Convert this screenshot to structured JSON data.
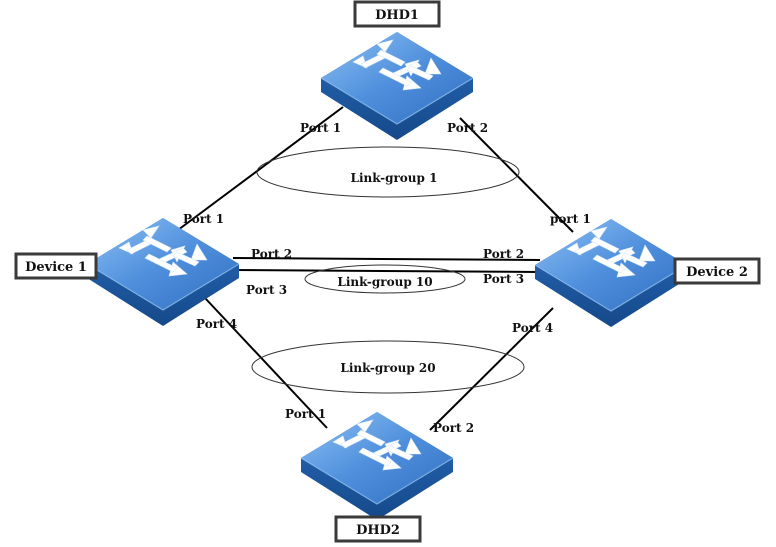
{
  "devices": {
    "dhd1": "DHD1",
    "dhd2": "DHD2",
    "device1": "Device 1",
    "device2": "Device 2"
  },
  "link_groups": {
    "lg1": "Link-group 1",
    "lg10": "Link-group 10",
    "lg20": "Link-group 20"
  },
  "ports": {
    "dhd1_port1": "Port 1",
    "dhd1_port2": "Port 2",
    "dev1_port1": "Port 1",
    "dev1_port2": "Port 2",
    "dev1_port3": "Port 3",
    "dev1_port4": "Port 4",
    "dev2_port1": "port 1",
    "dev2_port2": "Port 2",
    "dev2_port3": "Port 3",
    "dev2_port4": "Port 4",
    "dhd2_port1": "Port 1",
    "dhd2_port2": "Port 2"
  },
  "colors": {
    "switch_top": "#4f8fdc",
    "switch_side": "#1d5fae",
    "switch_dark": "#15498a"
  }
}
